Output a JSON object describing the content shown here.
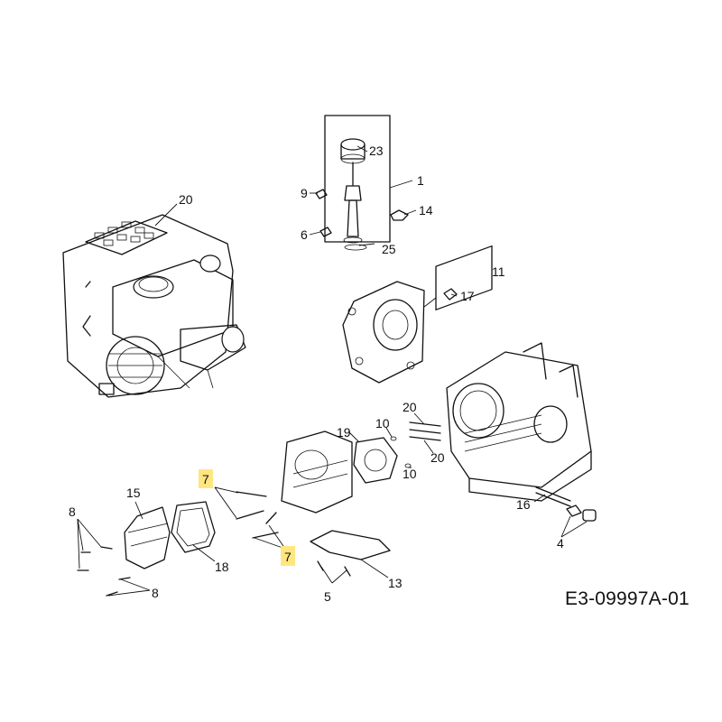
{
  "diagram_code": "E3-09997A-01",
  "callouts": {
    "c1": "1",
    "c4": "4",
    "c5": "5",
    "c6": "6",
    "c7a": "7",
    "c7b": "7",
    "c8a": "8",
    "c8b": "8",
    "c9": "9",
    "c10a": "10",
    "c10b": "10",
    "c11": "11",
    "c13": "13",
    "c14": "14",
    "c15": "15",
    "c16": "16",
    "c17": "17",
    "c18": "18",
    "c19": "19",
    "c20a": "20",
    "c20b": "20",
    "c20c": "20",
    "c23": "23",
    "c25": "25"
  },
  "highlight_color": "#ffe680"
}
